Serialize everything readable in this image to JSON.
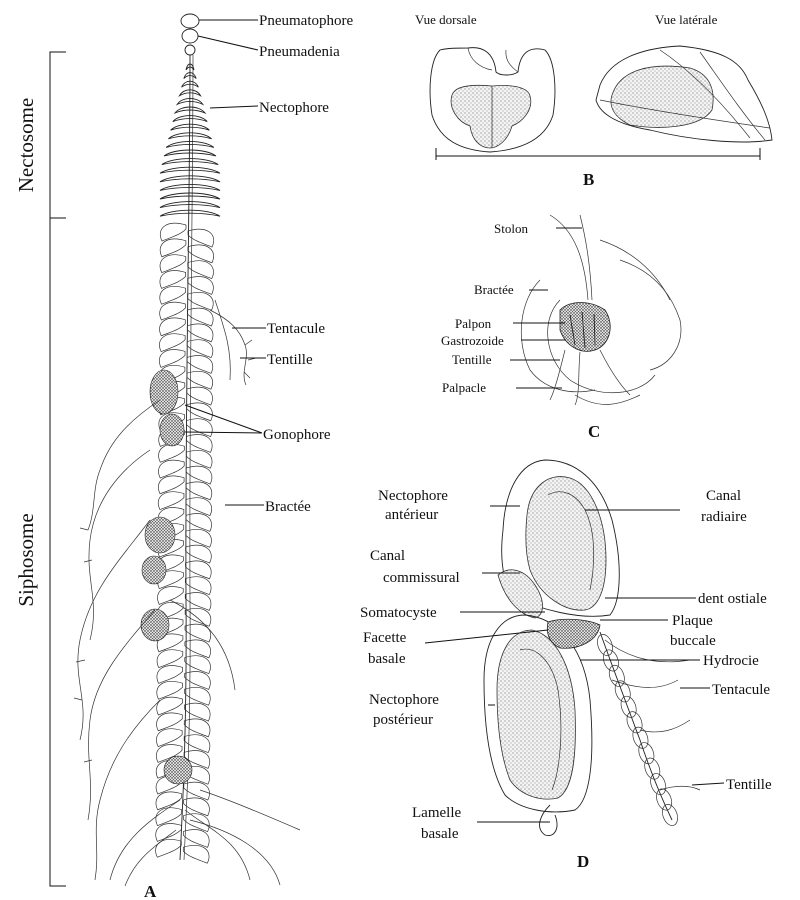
{
  "panels": {
    "A": "A",
    "B": "B",
    "C": "C",
    "D": "D"
  },
  "panel_A": {
    "side_labels": {
      "nectosome": "Nectosome",
      "siphosome": "Siphosome"
    },
    "labels": {
      "pneumatophore": "Pneumatophore",
      "pneumadenia": "Pneumadenia",
      "nectophore": "Nectophore",
      "tentacule": "Tentacule",
      "tentille": "Tentille",
      "gonophore": "Gonophore",
      "bractee": "Bractée"
    }
  },
  "panel_B": {
    "vue_dorsale": "Vue dorsale",
    "vue_laterale": "Vue latérale"
  },
  "panel_C": {
    "stolon": "Stolon",
    "bractee": "Bractée",
    "palpon": "Palpon",
    "gastrozoide": "Gastrozoide",
    "tentille": "Tentille",
    "palpacle": "Palpacle"
  },
  "panel_D": {
    "nectophore_anterieur_1": "Nectophore",
    "nectophore_anterieur_2": "antérieur",
    "canal_radiaire_1": "Canal",
    "canal_radiaire_2": "radiaire",
    "canal_commissural_1": "Canal",
    "canal_commissural_2": "commissural",
    "dent_ostiale": "dent ostiale",
    "somatocyste": "Somatocyste",
    "plaque_buccale_1": "Plaque",
    "plaque_buccale_2": "buccale",
    "facette_basale_1": "Facette",
    "facette_basale_2": "basale",
    "hydrocie": "Hydrocie",
    "tentacule": "Tentacule",
    "nectophore_posterieur_1": "Nectophore",
    "nectophore_posterieur_2": "postérieur",
    "tentille": "Tentille",
    "lamelle_basale_1": "Lamelle",
    "lamelle_basale_2": "basale"
  }
}
